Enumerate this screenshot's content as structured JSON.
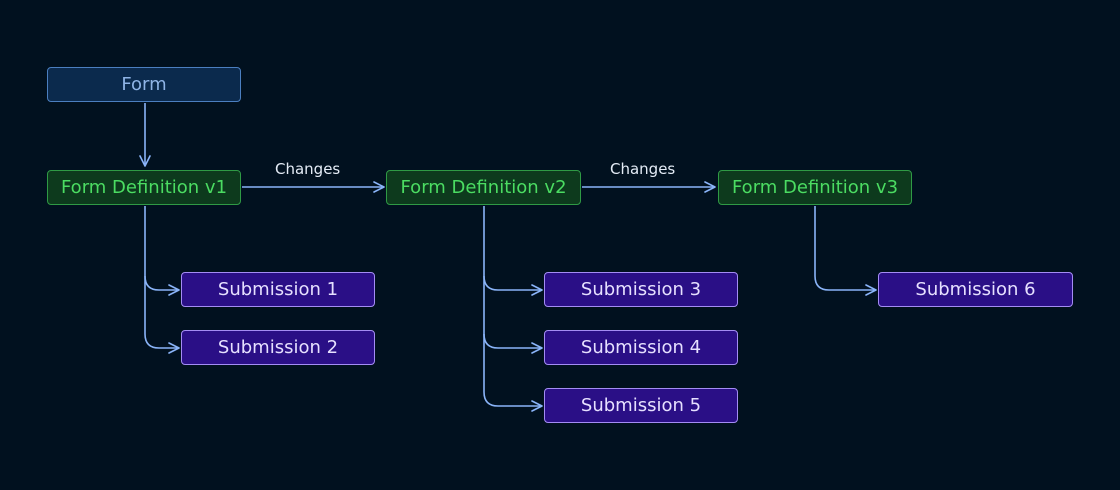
{
  "nodes": {
    "form": "Form",
    "def_v1": "Form Definition v1",
    "def_v2": "Form Definition v2",
    "def_v3": "Form Definition v3",
    "sub_1": "Submission 1",
    "sub_2": "Submission 2",
    "sub_3": "Submission 3",
    "sub_4": "Submission 4",
    "sub_5": "Submission 5",
    "sub_6": "Submission 6"
  },
  "edges": {
    "v1_to_v2_label": "Changes",
    "v2_to_v3_label": "Changes"
  },
  "colors": {
    "background": "#01111f",
    "connector": "#8ab4f8",
    "form_fill": "#0b2a4d",
    "definition_fill": "#0d3a1d",
    "submission_fill": "#2a0f86"
  }
}
